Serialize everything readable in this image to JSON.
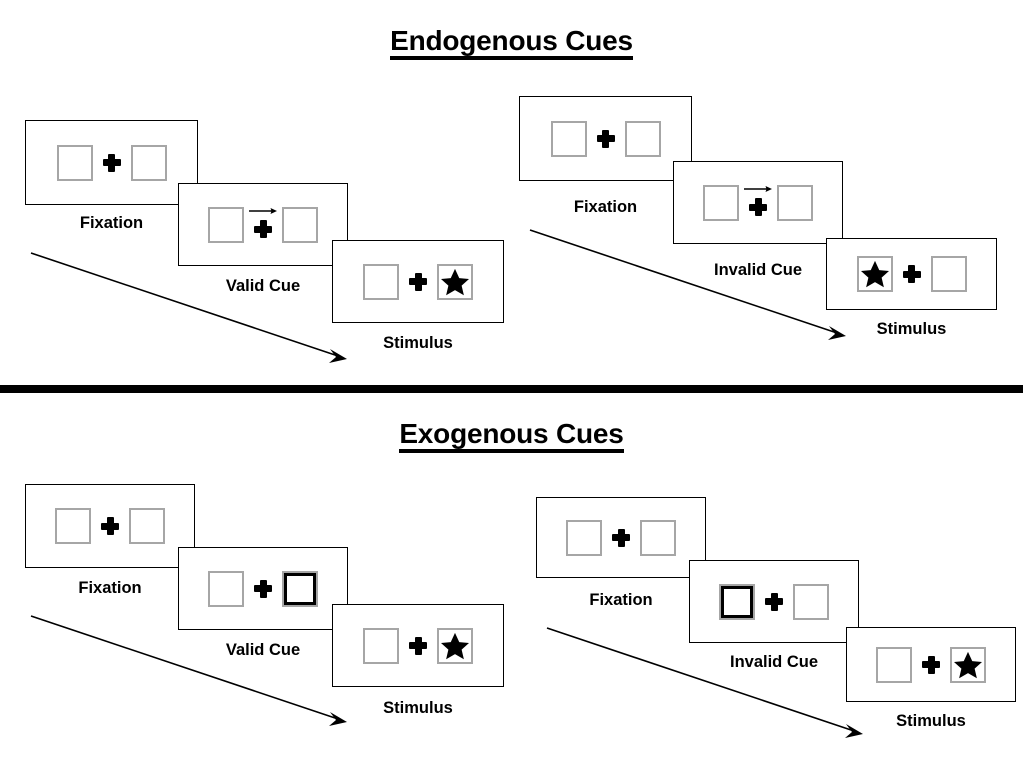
{
  "page": {
    "background_color": "#ffffff",
    "text_color": "#000000",
    "box_border_color": "#a6a6a6",
    "frame_border_color": "#000000"
  },
  "sections": [
    {
      "id": "endogenous",
      "title": "Endogenous Cues",
      "panels": [
        {
          "id": "endogenous-valid",
          "cue_validity": "valid",
          "frames": [
            {
              "id": "endo-valid-fixation",
              "caption": "Fixation",
              "left_box": "empty",
              "right_box": "empty",
              "center": "plus",
              "cue": "none"
            },
            {
              "id": "endo-valid-cue",
              "caption": "Valid Cue",
              "left_box": "empty",
              "right_box": "empty",
              "center": "plus",
              "cue": "arrow-right-icon"
            },
            {
              "id": "endo-valid-stimulus",
              "caption": "Stimulus",
              "left_box": "empty",
              "right_box": "star",
              "center": "plus",
              "cue": "none"
            }
          ]
        },
        {
          "id": "endogenous-invalid",
          "cue_validity": "invalid",
          "frames": [
            {
              "id": "endo-invalid-fixation",
              "caption": "Fixation",
              "left_box": "empty",
              "right_box": "empty",
              "center": "plus",
              "cue": "none"
            },
            {
              "id": "endo-invalid-cue",
              "caption": "Invalid Cue",
              "left_box": "empty",
              "right_box": "empty",
              "center": "plus",
              "cue": "arrow-right-icon"
            },
            {
              "id": "endo-invalid-stimulus",
              "caption": "Stimulus",
              "left_box": "star",
              "right_box": "empty",
              "center": "plus",
              "cue": "none"
            }
          ]
        }
      ]
    },
    {
      "id": "exogenous",
      "title": "Exogenous Cues",
      "panels": [
        {
          "id": "exogenous-valid",
          "cue_validity": "valid",
          "frames": [
            {
              "id": "exo-valid-fixation",
              "caption": "Fixation",
              "left_box": "empty",
              "right_box": "empty",
              "center": "plus",
              "cue": "none"
            },
            {
              "id": "exo-valid-cue",
              "caption": "Valid Cue",
              "left_box": "empty",
              "right_box": "highlighted",
              "center": "plus",
              "cue": "box-flash-right"
            },
            {
              "id": "exo-valid-stimulus",
              "caption": "Stimulus",
              "left_box": "empty",
              "right_box": "star",
              "center": "plus",
              "cue": "none"
            }
          ]
        },
        {
          "id": "exogenous-invalid",
          "cue_validity": "invalid",
          "frames": [
            {
              "id": "exo-invalid-fixation",
              "caption": "Fixation",
              "left_box": "empty",
              "right_box": "empty",
              "center": "plus",
              "cue": "none"
            },
            {
              "id": "exo-invalid-cue",
              "caption": "Invalid Cue",
              "left_box": "highlighted",
              "right_box": "empty",
              "center": "plus",
              "cue": "box-flash-left"
            },
            {
              "id": "exo-invalid-stimulus",
              "caption": "Stimulus",
              "left_box": "empty",
              "right_box": "star",
              "center": "plus",
              "cue": "none"
            }
          ]
        }
      ]
    }
  ],
  "captions": {
    "fixation": "Fixation",
    "valid_cue": "Valid Cue",
    "invalid_cue": "Invalid Cue",
    "stimulus": "Stimulus"
  },
  "icons": {
    "arrow_right": "arrow-right-icon",
    "star": "star-icon",
    "fixation_cross": "plus-icon",
    "time_arrow": "time-flow-arrow-icon"
  }
}
